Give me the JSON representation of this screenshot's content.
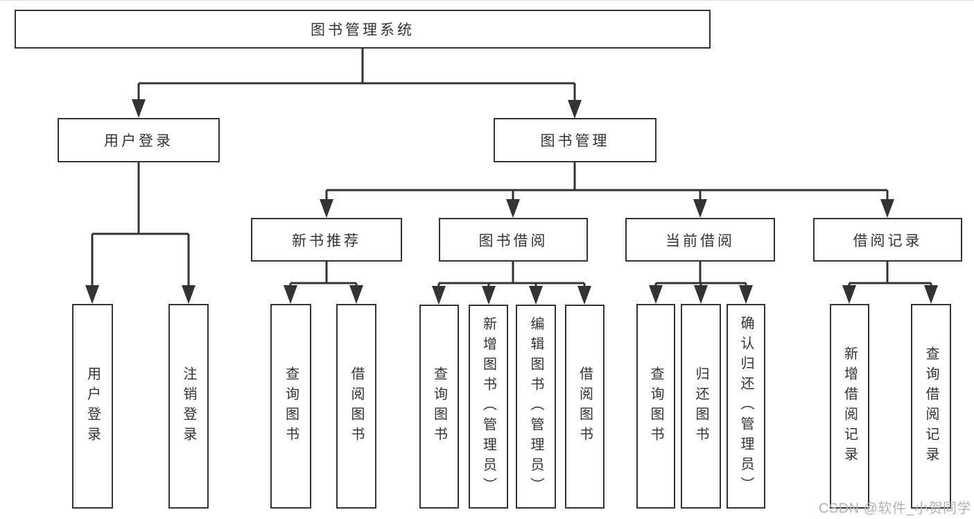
{
  "colors": {
    "line": "#333333",
    "box_border": "#333333",
    "text": "#333333",
    "background": "#ffffff",
    "watermark": "#b3b3b3"
  },
  "diagram": {
    "root": {
      "label": "图书管理系统"
    },
    "level2": [
      {
        "label": "用户登录"
      },
      {
        "label": "图书管理"
      }
    ],
    "level3": [
      {
        "label": "新书推荐",
        "parent": "图书管理"
      },
      {
        "label": "图书借阅",
        "parent": "图书管理"
      },
      {
        "label": "当前借阅",
        "parent": "图书管理"
      },
      {
        "label": "借阅记录",
        "parent": "图书管理"
      }
    ],
    "leaves": [
      {
        "label": "用户登录",
        "parent": "用户登录"
      },
      {
        "label": "注销登录",
        "parent": "用户登录"
      },
      {
        "label": "查询图书",
        "parent": "新书推荐"
      },
      {
        "label": "借阅图书",
        "parent": "新书推荐"
      },
      {
        "label": "查询图书",
        "parent": "图书借阅"
      },
      {
        "label": "新增图书（管理员）",
        "parent": "图书借阅"
      },
      {
        "label": "编辑图书（管理员）",
        "parent": "图书借阅"
      },
      {
        "label": "借阅图书",
        "parent": "图书借阅"
      },
      {
        "label": "查询图书",
        "parent": "当前借阅"
      },
      {
        "label": "归还图书",
        "parent": "当前借阅"
      },
      {
        "label": "确认归还（管理员）",
        "parent": "当前借阅"
      },
      {
        "label": "新增借阅记录",
        "parent": "借阅记录"
      },
      {
        "label": "查询借阅记录",
        "parent": "借阅记录"
      }
    ]
  },
  "watermark": {
    "text": "CSDN @软件_小贺同学"
  }
}
